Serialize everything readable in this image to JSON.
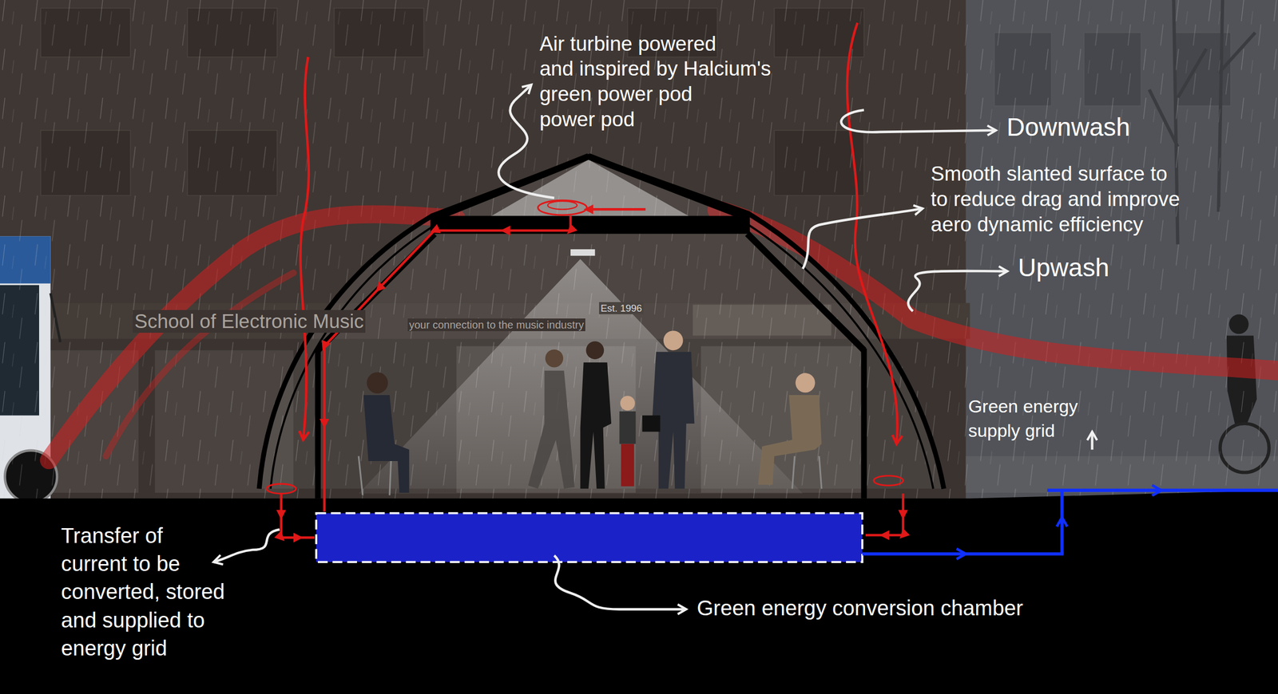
{
  "diagram": {
    "labels": [
      "Air turbine powered and inspired by Halcium's green power pod power pod",
      "Downwash",
      "Smooth slanted surface to to reduce drag and improve aero dynamic efficiency",
      "Upwash",
      "Est. 1996",
      "School of Electronic Music",
      "your connection to the music industry",
      "Green energy supply grid",
      "Transfer of current to be converted, stored and supplied to energy grid",
      "Green energy conversion chamber"
    ]
  }
}
